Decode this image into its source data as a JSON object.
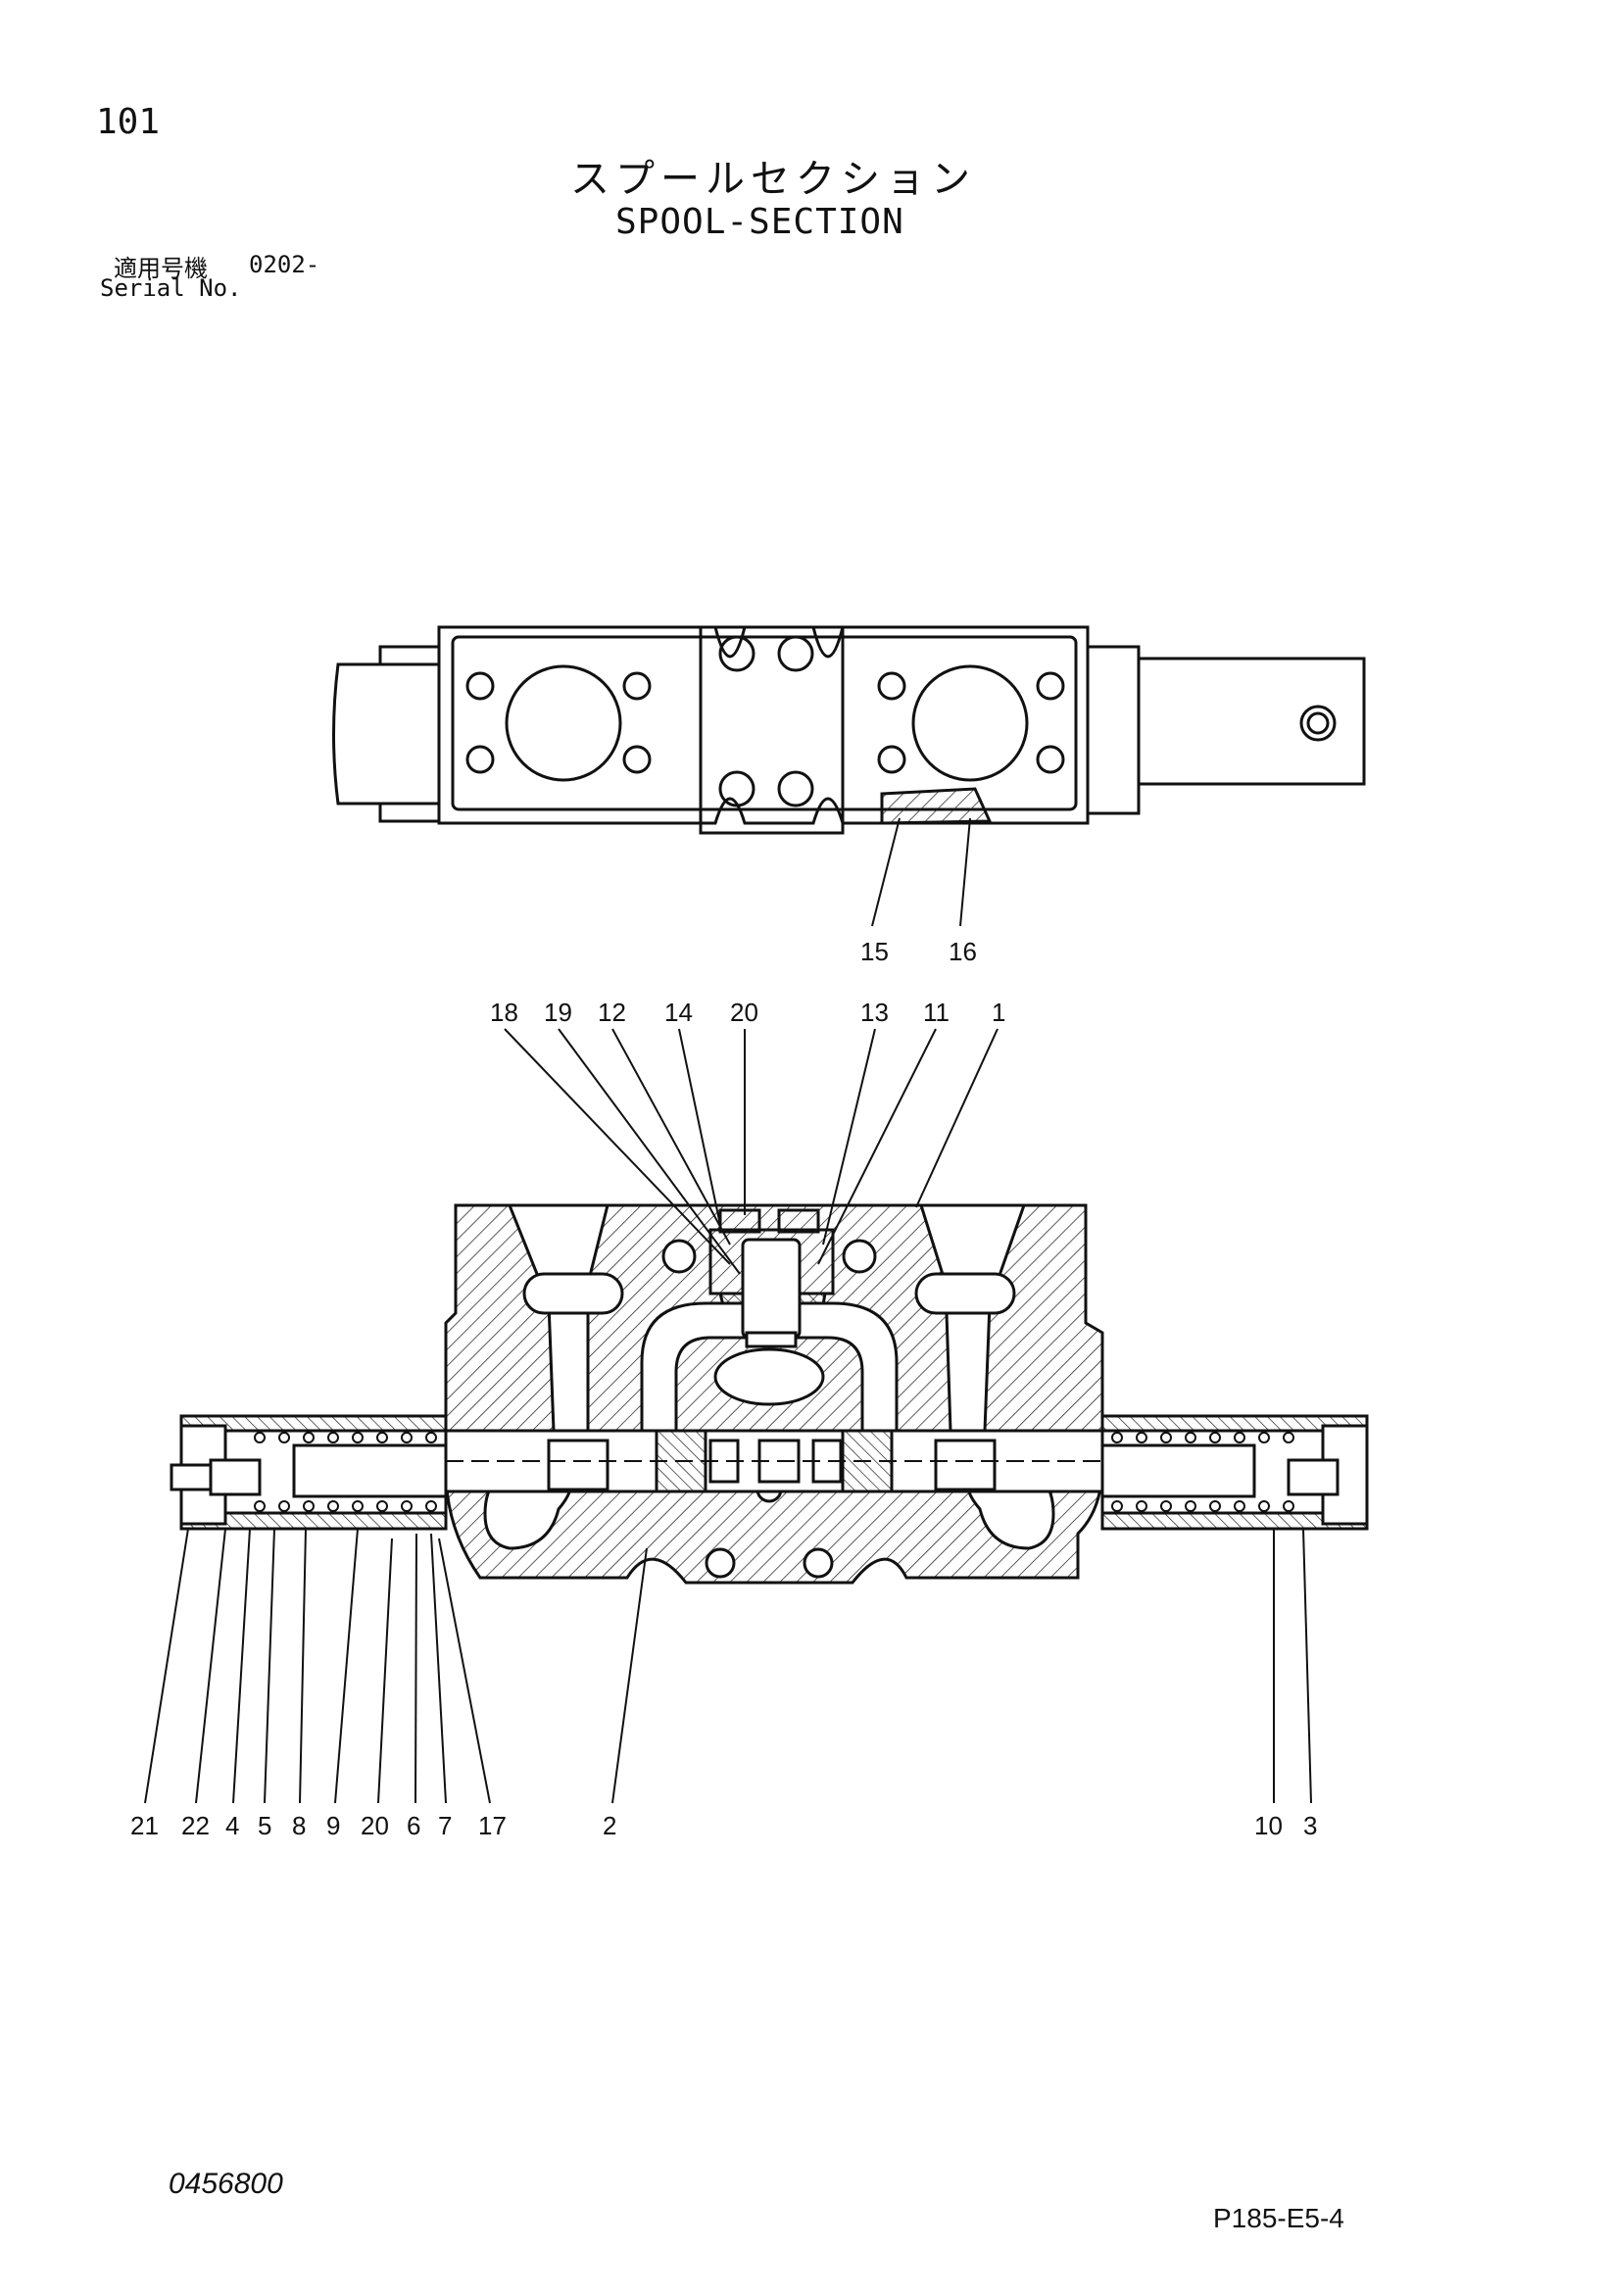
{
  "page_number": "101",
  "title_jp": "スプールセクション",
  "title_en": "SPOOL-SECTION",
  "serial": {
    "label_jp": "適用号機",
    "value": "0202-",
    "label_en": "Serial No."
  },
  "top_view_callouts": [
    "15",
    "16"
  ],
  "section_top_callouts": [
    "18",
    "19",
    "12",
    "14",
    "20",
    "13",
    "11",
    "1"
  ],
  "section_bottom_callouts": [
    "21",
    "22",
    "4",
    "5",
    "8",
    "9",
    "20",
    "6",
    "7",
    "17",
    "2",
    "10",
    "3"
  ],
  "doc_code": "0456800",
  "page_code": "P185-E5-4",
  "colors": {
    "ink": "#111111",
    "paper": "#ffffff"
  }
}
